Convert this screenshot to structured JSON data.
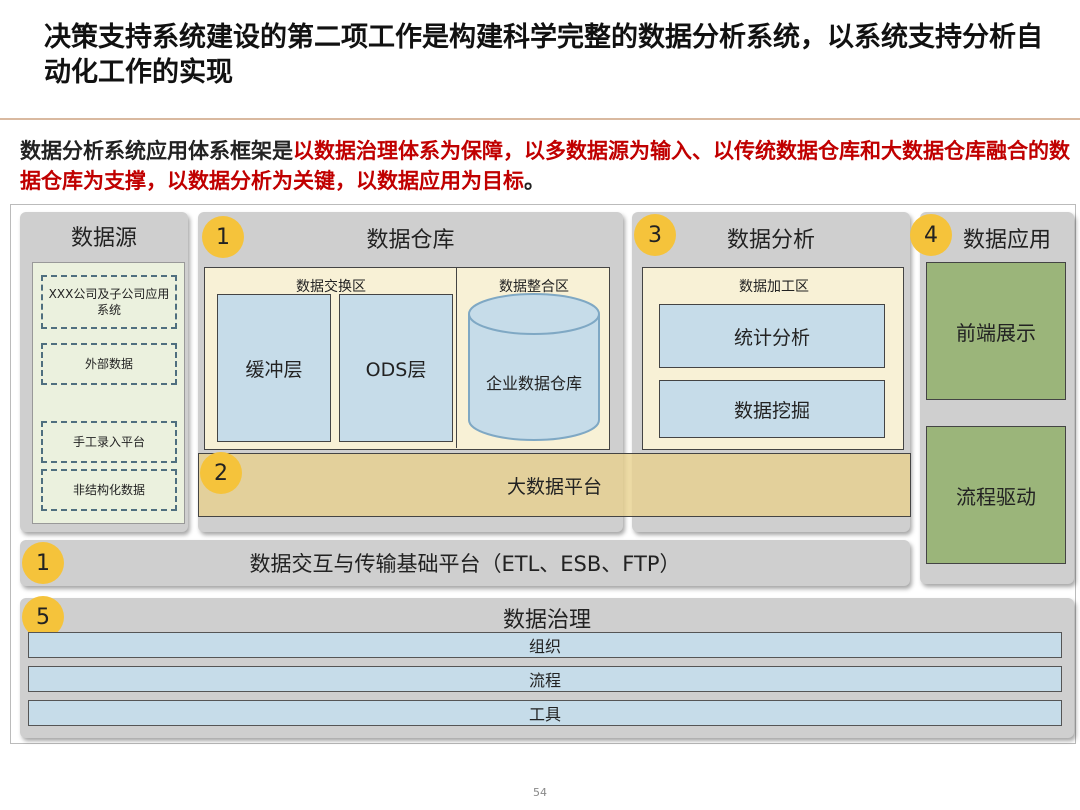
{
  "title": "决策支持系统建设的第二项工作是构建科学完整的数据分析系统，以系统支持分析自动化工作的实现",
  "subtitle": {
    "prefix": "数据分析系统应用体系框架是",
    "highlight": "以数据治理体系为保障，以多数据源为输入、以传统数据仓库和大数据仓库融合的数据仓库为支撑，以数据分析为关键，以数据应用为目标",
    "suffix": "。"
  },
  "colors": {
    "badge": "#f5c33b",
    "highlight": "#c00000",
    "panel": "#cfcfcf",
    "blue_box": "#c6dce9",
    "green_box": "#9bb57a"
  },
  "sources": {
    "title": "数据源",
    "items": [
      "XXX公司及子公司应用系统",
      "外部数据",
      "手工录入平台",
      "非结构化数据"
    ]
  },
  "warehouse": {
    "badge": "1",
    "title": "数据仓库",
    "exchange": {
      "title": "数据交换区",
      "buffer": "缓冲层",
      "ods": "ODS层"
    },
    "integration": {
      "title": "数据整合区",
      "edw": "企业数据仓库"
    }
  },
  "bigdata": {
    "badge": "2",
    "title": "大数据平台"
  },
  "analysis": {
    "badge": "3",
    "title": "数据分析",
    "zone_title": "数据加工区",
    "items": [
      "统计分析",
      "数据挖掘"
    ]
  },
  "application": {
    "badge": "4",
    "title": "数据应用",
    "items": [
      "前端展示",
      "流程驱动"
    ]
  },
  "etl": {
    "badge": "1",
    "title": "数据交互与传输基础平台（ETL、ESB、FTP）"
  },
  "governance": {
    "badge": "5",
    "title": "数据治理",
    "items": [
      "组织",
      "流程",
      "工具"
    ]
  },
  "page_number": "54"
}
